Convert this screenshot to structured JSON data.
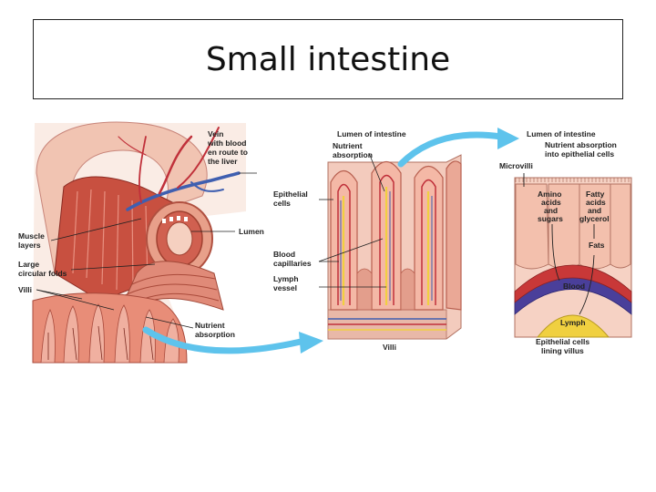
{
  "title": "Small intestine",
  "labels": {
    "vein": [
      "Vein",
      "with blood",
      "en route to",
      "the liver"
    ],
    "lumen": "Lumen",
    "muscle_layers": [
      "Muscle",
      "layers"
    ],
    "circular_folds": [
      "Large",
      "circular folds"
    ],
    "villi_left": "Villi",
    "nutrient_absorption_left": [
      "Nutrient",
      "absorption"
    ],
    "lumen_of_intestine_mid": "Lumen of intestine",
    "nutrient_absorption_mid": [
      "Nutrient",
      "absorption"
    ],
    "epithelial_cells": [
      "Epithelial",
      "cells"
    ],
    "blood_capillaries": [
      "Blood",
      "capillaries"
    ],
    "lymph_vessel": [
      "Lymph",
      "vessel"
    ],
    "villi_mid": "Villi",
    "lumen_of_intestine_right": "Lumen of intestine",
    "nutrient_absorption_right": [
      "Nutrient absorption",
      "into epithelial cells"
    ],
    "microvilli": "Microvilli",
    "amino_acids": [
      "Amino",
      "acids",
      "and",
      "sugars"
    ],
    "fatty_acids": [
      "Fatty",
      "acids",
      "and",
      "glycerol"
    ],
    "fats": "Fats",
    "blood": "Blood",
    "lymph": "Lymph",
    "epithelial_lining": [
      "Epithelial cells",
      "lining villus"
    ]
  },
  "colors": {
    "tissue": "#e8a08a",
    "muscle": "#c8503c",
    "vein": "#3f5fb0",
    "artery": "#c0303a",
    "lymph": "#f0d040",
    "arrow": "#5ec3ec"
  }
}
